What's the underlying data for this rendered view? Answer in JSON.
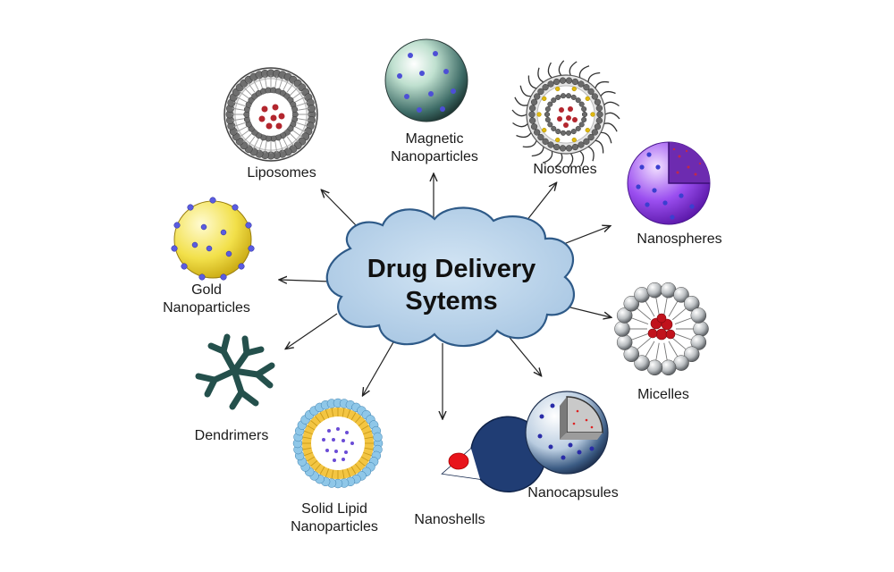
{
  "center": {
    "title_line1": "Drug Delivery",
    "title_line2": "Sytems",
    "fill": "#b8d3ea"
  },
  "nodes": {
    "liposomes": {
      "label": "Liposomes"
    },
    "magnetic": {
      "line1": "Magnetic",
      "line2": "Nanoparticles"
    },
    "niosomes": {
      "label": "Niosomes"
    },
    "nanospheres": {
      "label": "Nanospheres",
      "color": "#8a3de0"
    },
    "gold": {
      "line1": "Gold",
      "line2": "Nanoparticles",
      "color": "#f2e04a"
    },
    "micelles": {
      "label": "Micelles"
    },
    "dendrimers": {
      "label": "Dendrimers",
      "color": "#24504c"
    },
    "sln": {
      "line1": "Solid Lipid",
      "line2": "Nanoparticles"
    },
    "nanoshells": {
      "label": "Nanoshells",
      "color": "#203d74"
    },
    "nanocapsules": {
      "label": "Nanocapsules",
      "color": "#7aa0c8"
    }
  },
  "icons": [
    "liposome-icon",
    "magnetic-nanoparticle-icon",
    "niosome-icon",
    "nanosphere-icon",
    "gold-nanoparticle-icon",
    "micelle-icon",
    "dendrimer-icon",
    "solid-lipid-nanoparticle-icon",
    "nanoshell-icon",
    "nanocapsule-icon"
  ]
}
